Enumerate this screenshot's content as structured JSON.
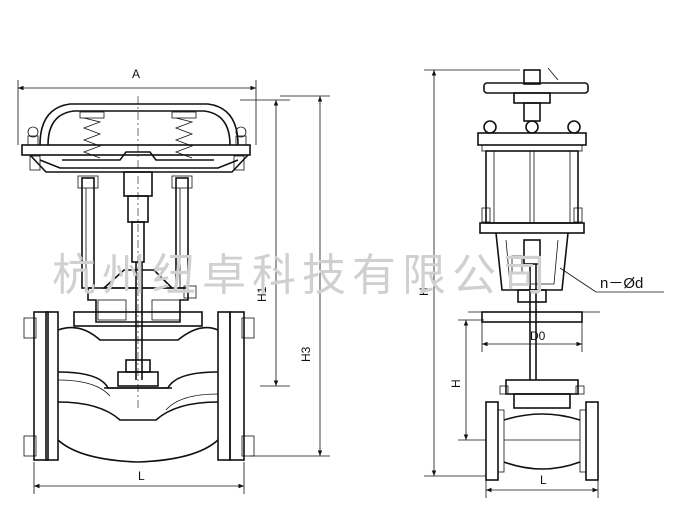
{
  "watermark": "杭州纽卓科技有限公司",
  "labels": {
    "A": "A",
    "H1": "H1",
    "H3": "H3",
    "L_left": "L",
    "H": "H",
    "H_small": "H",
    "D0": "D0",
    "n_d": "n－Ød",
    "L_right": "L"
  },
  "colors": {
    "line": "#111111",
    "watermark": "#d0d0d0",
    "background": "#ffffff"
  }
}
